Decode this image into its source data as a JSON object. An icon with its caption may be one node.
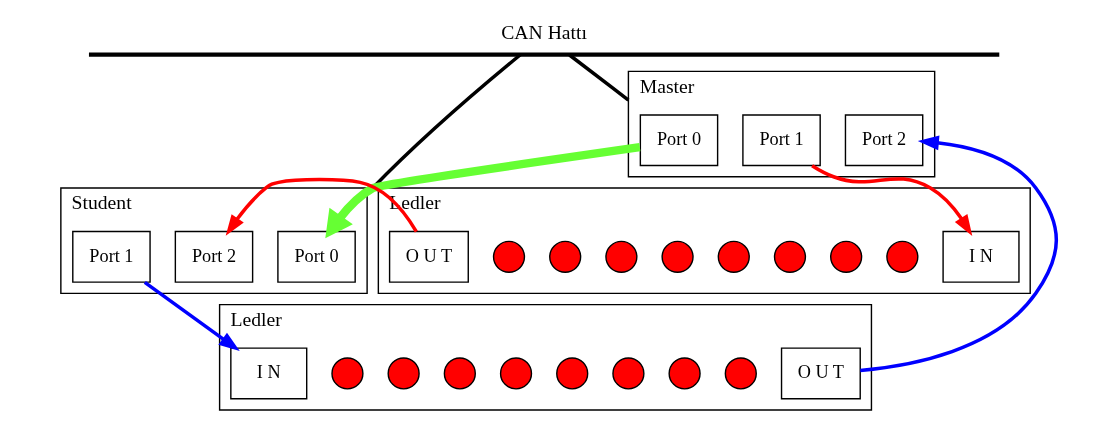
{
  "diagram": {
    "nodes": [
      {
        "text": [
          "CAN Hattı"
        ]
      },
      {
        "text": [
          "Master"
        ]
      },
      {
        "text": [
          "Port 0"
        ],
        "in": 1
      },
      {
        "text": [
          "Port 1"
        ],
        "in": 1
      },
      {
        "text": [
          "Port 2"
        ],
        "in": 1
      },
      {
        "text": [
          "Student"
        ]
      },
      {
        "text": [
          "Port 0"
        ],
        "in": 5
      },
      {
        "text": [
          "Port 2"
        ],
        "in": 5
      },
      {
        "text": [
          "Port 1"
        ],
        "in": 5
      },
      {
        "text": [
          "Ledler"
        ]
      },
      {
        "text": [
          "I N"
        ],
        "in": 9
      },
      {
        "text": [],
        "shape": "circle",
        "in": 9
      },
      {
        "text": [],
        "shape": "circle",
        "in": 9
      },
      {
        "text": [],
        "shape": "circle",
        "in": 9
      },
      {
        "text": [],
        "shape": "circle",
        "in": 9
      },
      {
        "text": [],
        "shape": "circle",
        "in": 9
      },
      {
        "text": [],
        "shape": "circle",
        "in": 9
      },
      {
        "text": [],
        "shape": "circle",
        "in": 9
      },
      {
        "text": [],
        "shape": "circle",
        "in": 9
      },
      {
        "text": [
          "O U T"
        ],
        "in": 9
      },
      {
        "text": [
          "Ledler"
        ]
      },
      {
        "text": [
          "O U T"
        ],
        "in": 20
      },
      {
        "text": [],
        "shape": "circle",
        "in": 20
      },
      {
        "text": [],
        "shape": "circle",
        "in": 20
      },
      {
        "text": [],
        "shape": "circle",
        "in": 20
      },
      {
        "text": [],
        "shape": "circle",
        "in": 20
      },
      {
        "text": [],
        "shape": "circle",
        "in": 20
      },
      {
        "text": [],
        "shape": "circle",
        "in": 20
      },
      {
        "text": [],
        "shape": "circle",
        "in": 20
      },
      {
        "text": [],
        "shape": "circle",
        "in": 20
      },
      {
        "text": [
          "I N"
        ],
        "in": 20
      }
    ],
    "edges": [
      {
        "from": 0,
        "to": 1,
        "arrow": "none"
      },
      {
        "from": 0,
        "to": 5,
        "arrow": "none"
      },
      {
        "from": 2,
        "to": 6,
        "arrow": "to",
        "style": "thick",
        "color": "#66ff33"
      },
      {
        "from": 3,
        "to": 10,
        "arrow": "to",
        "color": "#ff0000"
      },
      {
        "from": 19,
        "to": 7,
        "arrow": "to",
        "color": "#ff0000"
      },
      {
        "from": 21,
        "to": 4,
        "arrow": "to",
        "color": "#0000ff"
      },
      {
        "from": 8,
        "to": 30,
        "arrow": "to",
        "color": "#0000ff"
      }
    ]
  }
}
